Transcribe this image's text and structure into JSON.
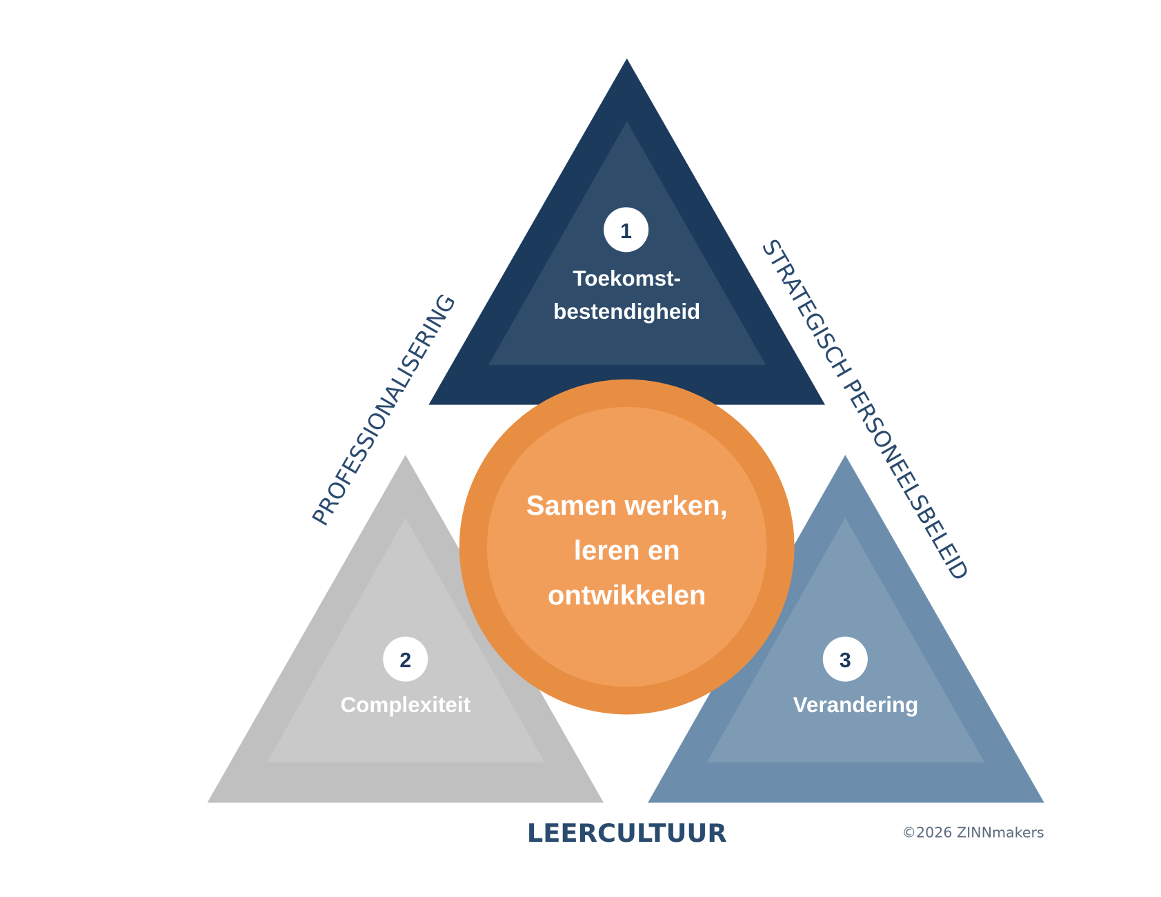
{
  "diagram": {
    "center": {
      "lines": [
        "Samen werken,",
        "leren en",
        "ontwikkelen"
      ],
      "outer_color": "#e88e43",
      "inner_color": "#f29e5b"
    },
    "triangles": [
      {
        "id": "top",
        "number": "1",
        "title_lines": [
          "Toekomst-",
          "bestendigheid"
        ],
        "outer_color": "#1b3a5c",
        "inner_color": "#2f4c6b"
      },
      {
        "id": "left",
        "number": "2",
        "title_lines": [
          "Complexiteit"
        ],
        "outer_color": "#bfc0bf",
        "inner_color": "#c8c9c8"
      },
      {
        "id": "right",
        "number": "3",
        "title_lines": [
          "Verandering"
        ],
        "outer_color": "#6c8eac",
        "inner_color": "#7e9bb5"
      }
    ],
    "side_labels": {
      "left": "PROFESSIONALISERING",
      "right": "STRATEGISCH PERSONEELSBELEID",
      "bottom": "LEERCULTUUR"
    },
    "copyright": "©2026 ZINNmakers",
    "label_color": "#2a4a6e"
  }
}
